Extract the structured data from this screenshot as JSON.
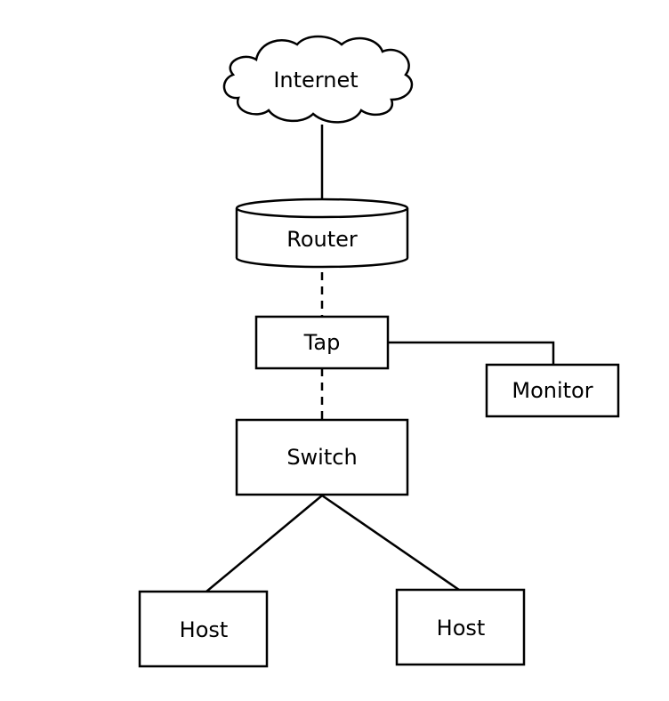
{
  "nodes": {
    "internet": {
      "label": "Internet"
    },
    "router": {
      "label": "Router"
    },
    "tap": {
      "label": "Tap"
    },
    "monitor": {
      "label": "Monitor"
    },
    "switch": {
      "label": "Switch"
    },
    "host_left": {
      "label": "Host"
    },
    "host_right": {
      "label": "Host"
    }
  },
  "links": [
    {
      "from": "internet",
      "to": "router",
      "style": "solid"
    },
    {
      "from": "router",
      "to": "tap",
      "style": "dashed"
    },
    {
      "from": "tap",
      "to": "monitor",
      "style": "solid"
    },
    {
      "from": "tap",
      "to": "switch",
      "style": "dashed"
    },
    {
      "from": "switch",
      "to": "host_left",
      "style": "solid"
    },
    {
      "from": "switch",
      "to": "host_right",
      "style": "solid"
    }
  ]
}
